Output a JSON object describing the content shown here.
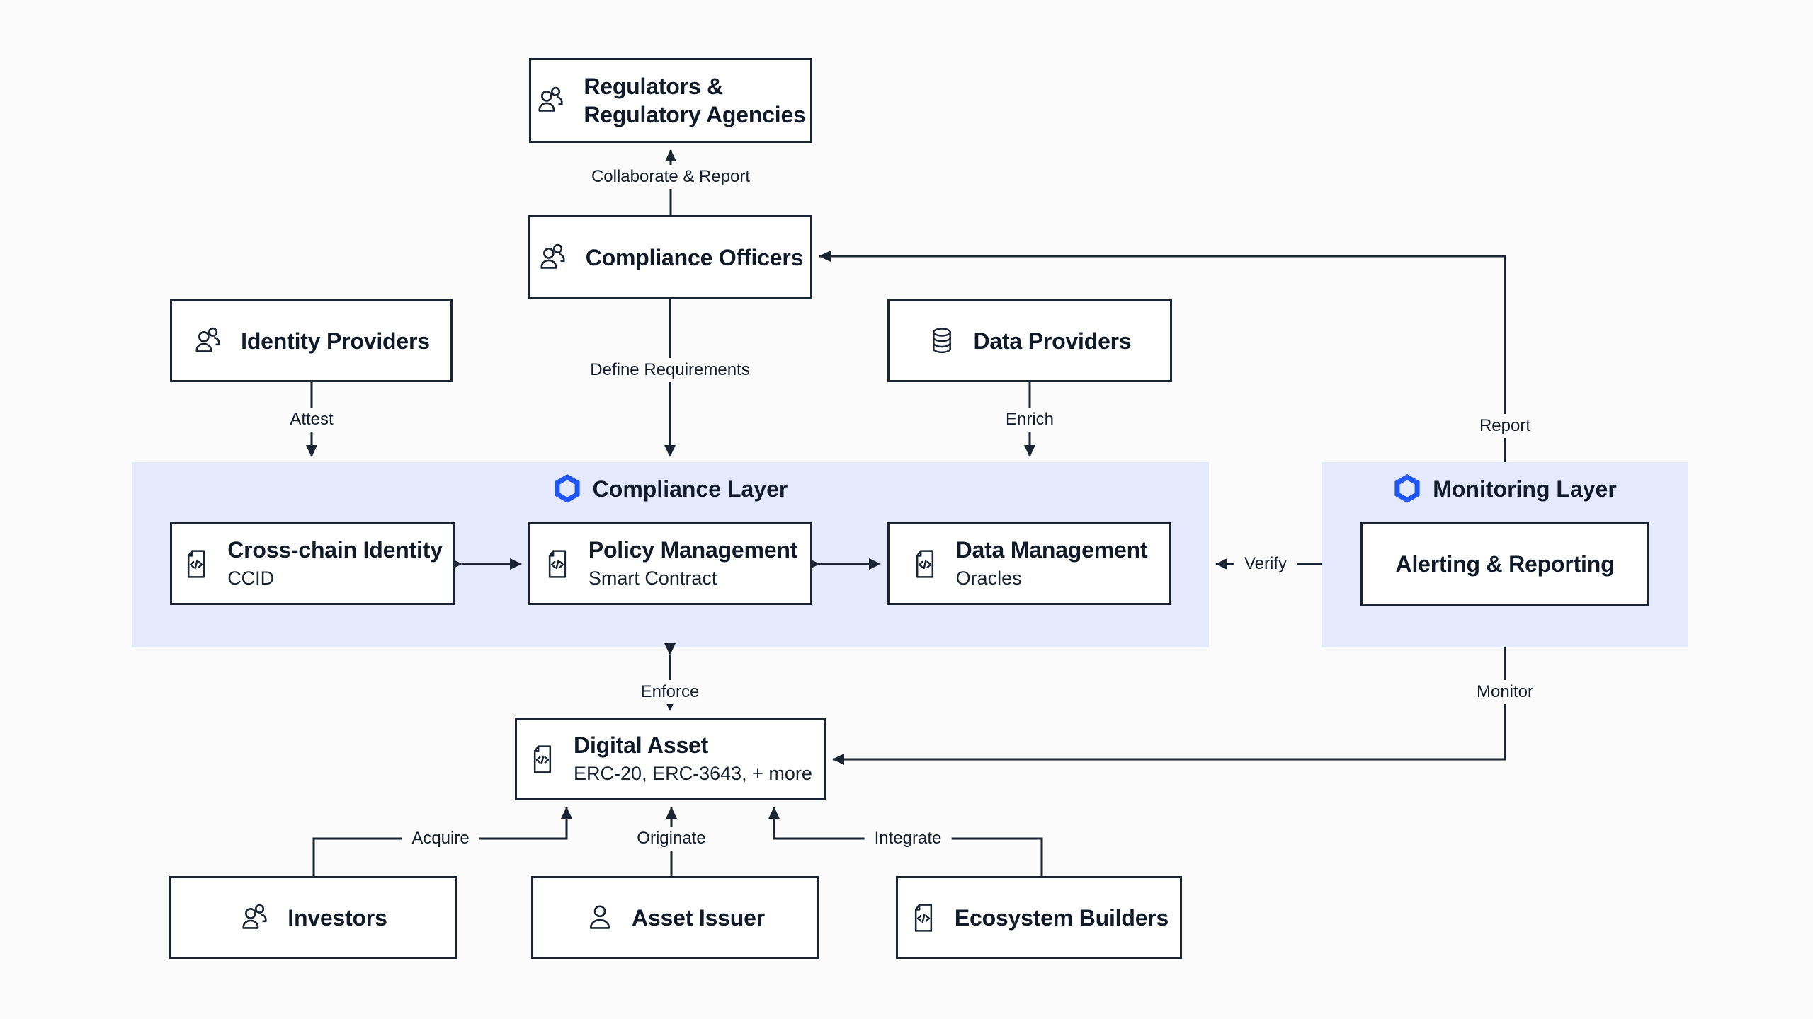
{
  "colors": {
    "accent_blue": "#2156F0",
    "layer_background": "#E4E9FB",
    "ink": "#1B2433",
    "page_background": "#FBFBFB"
  },
  "layers": {
    "compliance": {
      "title": "Compliance Layer",
      "icon": "chainlink-hexagon-icon"
    },
    "monitoring": {
      "title": "Monitoring Layer",
      "icon": "chainlink-hexagon-icon"
    }
  },
  "nodes": {
    "regulators": {
      "title_line1": "Regulators &",
      "title_line2": "Regulatory Agencies",
      "icon": "users-icon"
    },
    "compliance_officers": {
      "title": "Compliance Officers",
      "icon": "users-icon"
    },
    "identity_providers": {
      "title": "Identity Providers",
      "icon": "users-icon"
    },
    "data_providers": {
      "title": "Data Providers",
      "icon": "database-icon"
    },
    "cross_chain_identity": {
      "title": "Cross-chain Identity",
      "subtitle": "CCID",
      "icon": "file-code-icon"
    },
    "policy_management": {
      "title": "Policy Management",
      "subtitle": "Smart Contract",
      "icon": "file-code-icon"
    },
    "data_management": {
      "title": "Data Management",
      "subtitle": "Oracles",
      "icon": "file-code-icon"
    },
    "alerting_reporting": {
      "title": "Alerting & Reporting"
    },
    "digital_asset": {
      "title": "Digital Asset",
      "subtitle": "ERC-20, ERC-3643, + more",
      "icon": "file-code-icon"
    },
    "investors": {
      "title": "Investors",
      "icon": "users-icon"
    },
    "asset_issuer": {
      "title": "Asset Issuer",
      "icon": "user-icon"
    },
    "ecosystem_builders": {
      "title": "Ecosystem Builders",
      "icon": "file-code-icon"
    }
  },
  "edge_labels": {
    "collaborate_report": "Collaborate & Report",
    "define_requirements": "Define Requirements",
    "attest": "Attest",
    "enrich": "Enrich",
    "report": "Report",
    "verify": "Verify",
    "enforce": "Enforce",
    "monitor": "Monitor",
    "acquire": "Acquire",
    "originate": "Originate",
    "integrate": "Integrate"
  }
}
